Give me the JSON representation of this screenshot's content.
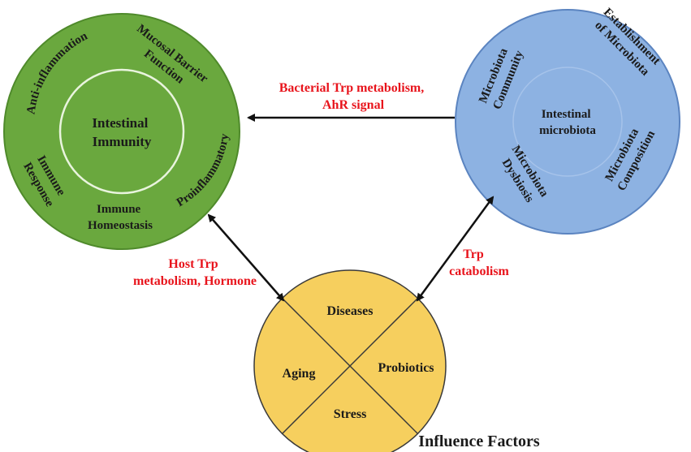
{
  "immunity": {
    "center": [
      "Intestinal",
      "Immunity"
    ],
    "mucosal": [
      "Mucosal Barrier",
      "Function"
    ],
    "anti": "Anti-inflammation",
    "pro": "Proinflammatory",
    "response": [
      "Immune",
      "Response"
    ],
    "homeostasis": [
      "Immune",
      "Homeostasis"
    ]
  },
  "microbiota": {
    "center": [
      "Intestinal",
      "microbiota"
    ],
    "establishment": [
      "Establishment",
      "of Microbiota"
    ],
    "community": [
      "Microbiota",
      "Community"
    ],
    "composition": [
      "Microbiota",
      "Composition"
    ],
    "dysbiosis": [
      "Microbiota",
      "Dysbiosis"
    ]
  },
  "factors": {
    "title": "Influence Factors",
    "diseases": "Diseases",
    "aging": "Aging",
    "probiotics": "Probiotics",
    "stress": "Stress"
  },
  "arrows": {
    "bacterial": [
      "Bacterial Trp metabolism,",
      "AhR signal"
    ],
    "host": [
      "Host Trp",
      "metabolism, Hormone"
    ],
    "trp": [
      "Trp",
      "catabolism"
    ]
  },
  "colors": {
    "immunity_fill": "#6aa83e",
    "microbiota_fill": "#8db2e2",
    "factors_fill": "#f6cf5e",
    "arrow_label": "#e8141c"
  }
}
